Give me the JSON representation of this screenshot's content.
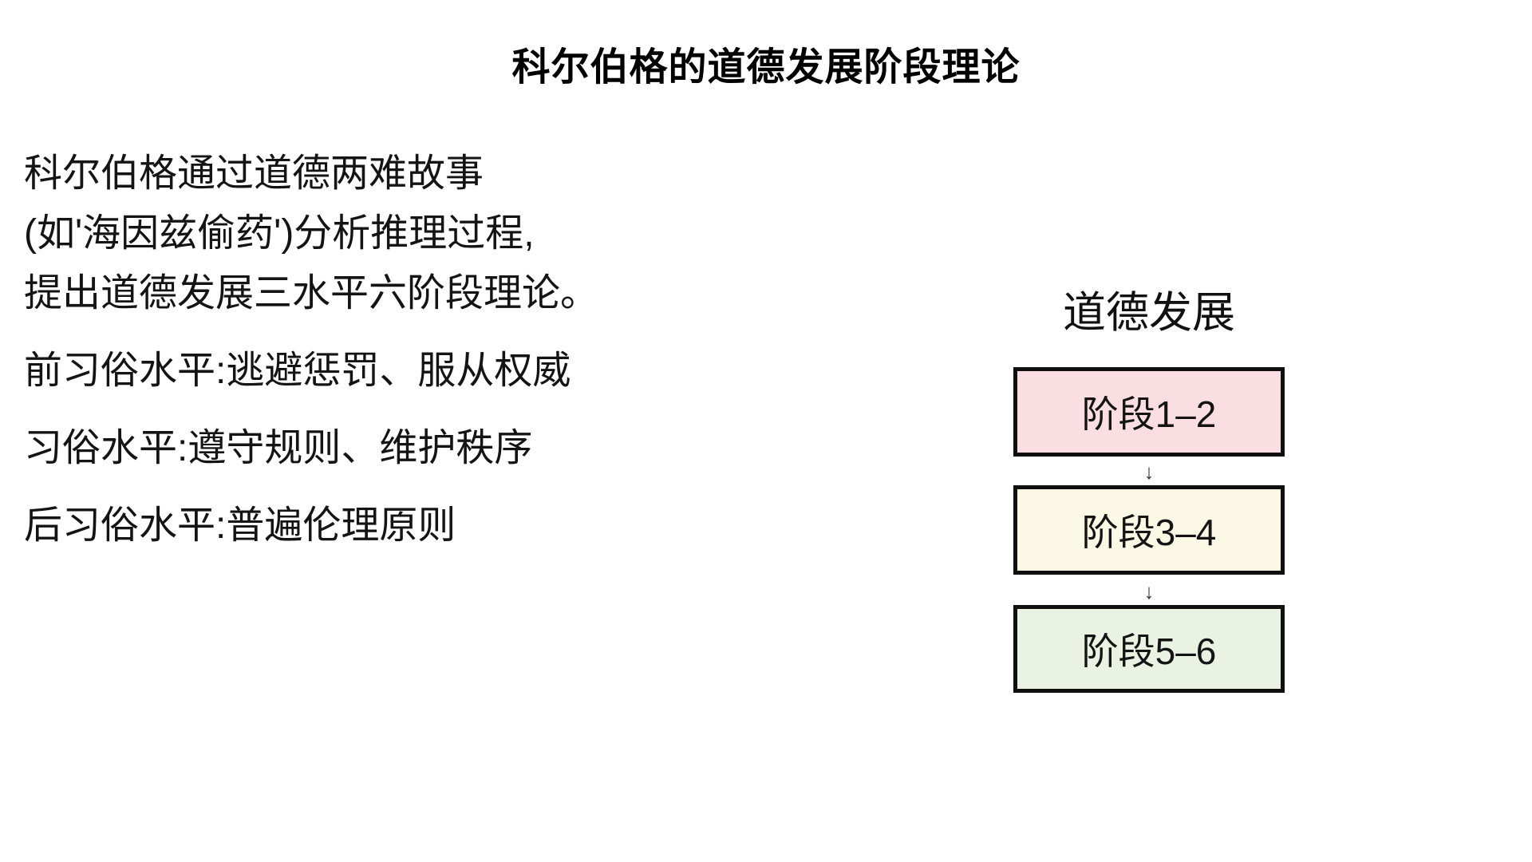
{
  "title": "科尔伯格的道德发展阶段理论",
  "description": {
    "lines": [
      "科尔伯格通过道德两难故事",
      "(如'海因兹偷药')分析推理过程,",
      "提出道德发展三水平六阶段理论。"
    ],
    "levels": [
      "前习俗水平:逃避惩罚、服从权威",
      "习俗水平:遵守规则、维护秩序",
      "后习俗水平:普遍伦理原则"
    ]
  },
  "diagram": {
    "heading": "道德发展",
    "arrow_glyph": "↓",
    "border_color": "#101010",
    "stages": [
      {
        "label": "阶段1–2",
        "fill": "#fbdee2"
      },
      {
        "label": "阶段3–4",
        "fill": "#fbf8e6"
      },
      {
        "label": "阶段5–6",
        "fill": "#e9f2e3"
      }
    ]
  },
  "colors": {
    "background": "#ffffff",
    "text": "#141414",
    "title_text": "#000000",
    "arrow": "#333333"
  }
}
